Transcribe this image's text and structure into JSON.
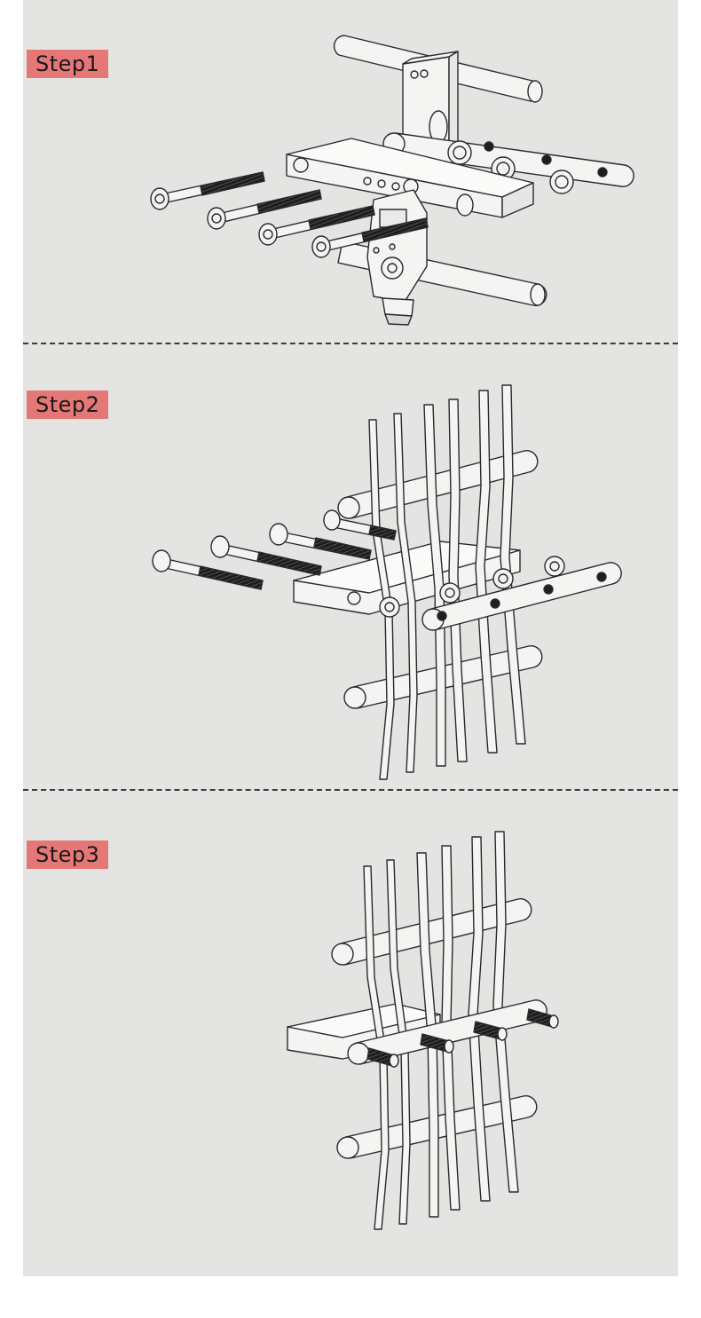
{
  "steps": [
    {
      "label": "Step1"
    },
    {
      "label": "Step2"
    },
    {
      "label": "Step3"
    }
  ],
  "colors": {
    "panel_bg": "#e4e4e2",
    "label_bg": "#e57777",
    "line": "#2a2a2a",
    "part_fill": "#f4f4f2",
    "thread": "#1e1e1e"
  }
}
